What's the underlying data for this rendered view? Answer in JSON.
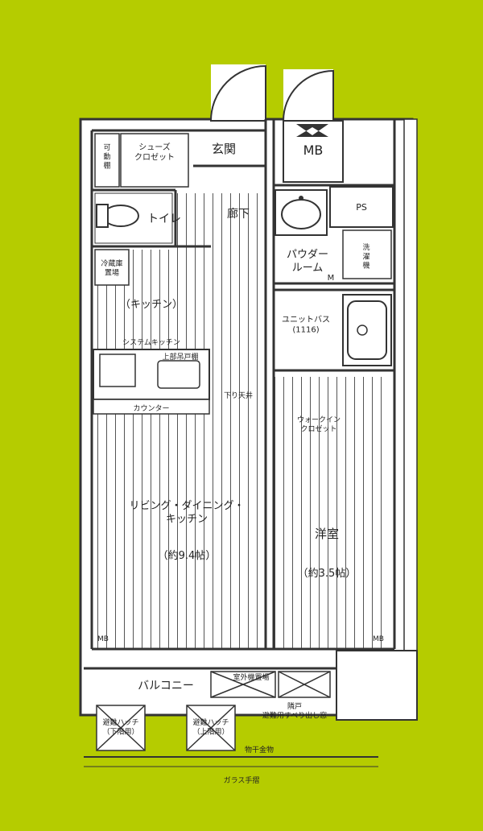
{
  "colors": {
    "background": "#b5cc00",
    "floor": "#ffffff",
    "wall": "#333333",
    "hatch": "#555555"
  },
  "rooms": {
    "shoe_closet": "シューズ\nクロゼット",
    "storage_left": "可\n動\n棚",
    "entrance": "玄関",
    "mb": "MB",
    "ps": "PS",
    "toilet": "トイレ",
    "corridor": "廊下",
    "powder_room": "パウダー\nルーム",
    "powder_m": "M",
    "washer": "洗\n濯\n機",
    "fridge": "冷蔵庫\n置場",
    "kitchen": "（キッチン）",
    "system_kitchen": "システムキッチン",
    "upper_cabinet": "上部吊戸棚",
    "counter": "カウンター",
    "unit_bath": "ユニットバス\n(1116)",
    "lowered_ceiling": "下り天井",
    "walkin_closet": "ウォークイン\nクロゼット",
    "ldk": "リビング・ダイニング・\nキッチン",
    "ldk_size": "（約9.4帖）",
    "western_room": "洋室",
    "western_size": "（約3.5帖）",
    "balcony": "バルコニー",
    "ac_outdoor": "室外機置場",
    "partition": "隣戸\n避難用すべり出し窓",
    "hatch_left": "避難ハッチ\n（下階用）",
    "hatch_right": "避難ハッチ\n（上階用）",
    "laundry_rod": "物干金物",
    "glass_rail": "ガラス手摺",
    "mb_left": "MB",
    "mb_right": "MB"
  }
}
